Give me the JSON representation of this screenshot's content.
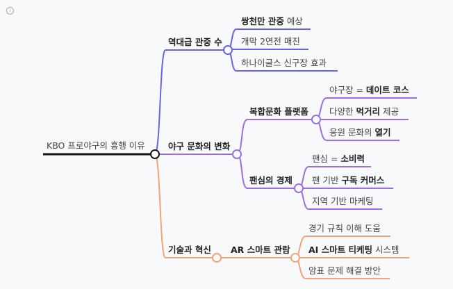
{
  "colors": {
    "branch1": "#6b63e6",
    "branch2": "#9a6ee6",
    "branch3": "#f3a37a",
    "root": "#111111",
    "background": "#f8f9fb"
  },
  "info_icon": "info-icon",
  "root": {
    "label": "KBO 프로야구의 흥행 이유"
  },
  "branches": [
    {
      "label": "역대급 관중 수",
      "children": [
        {
          "parts": [
            {
              "t": "쌍천만 관중",
              "b": true
            },
            {
              "t": " 예상"
            }
          ]
        },
        {
          "parts": [
            {
              "t": "개막 2연전 매진"
            }
          ]
        },
        {
          "parts": [
            {
              "t": "하나이글스 신구장 효과"
            }
          ]
        }
      ]
    },
    {
      "label": "야구 문화의 변화",
      "subs": [
        {
          "label": "복합문화 플랫폼",
          "children": [
            {
              "parts": [
                {
                  "t": "야구장 = "
                },
                {
                  "t": "데이트 코스",
                  "b": true
                }
              ]
            },
            {
              "parts": [
                {
                  "t": "다양한 "
                },
                {
                  "t": "먹거리",
                  "b": true
                },
                {
                  "t": " 제공"
                }
              ]
            },
            {
              "parts": [
                {
                  "t": "응원 문화의 "
                },
                {
                  "t": "열기",
                  "b": true
                }
              ]
            }
          ]
        },
        {
          "label": "팬심의 경제",
          "children": [
            {
              "parts": [
                {
                  "t": "팬심 = "
                },
                {
                  "t": "소비력",
                  "b": true
                }
              ]
            },
            {
              "parts": [
                {
                  "t": "팬 기반 "
                },
                {
                  "t": "구독 커머스",
                  "b": true
                }
              ]
            },
            {
              "parts": [
                {
                  "t": "지역 기반 마케팅"
                }
              ]
            }
          ]
        }
      ]
    },
    {
      "label": "기술과 혁신",
      "subs": [
        {
          "label": "AR 스마트 관람",
          "children": [
            {
              "parts": [
                {
                  "t": "경기 규칙 이해 도움"
                }
              ]
            },
            {
              "parts": [
                {
                  "t": "AI 스마트 티케팅",
                  "b": true
                },
                {
                  "t": " 시스템"
                }
              ]
            },
            {
              "parts": [
                {
                  "t": "암표 문제 해결 방안"
                }
              ]
            }
          ]
        }
      ]
    }
  ]
}
